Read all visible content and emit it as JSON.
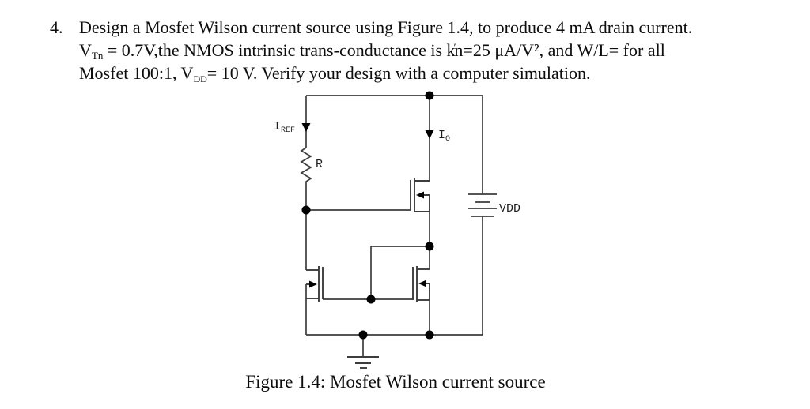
{
  "colors": {
    "wire": "#3d3d3d",
    "ink": "#000000"
  },
  "problem": {
    "number": "4.",
    "line1": "Design a Mosfet Wilson current source using Figure 1.4, to produce 4 mA drain current.",
    "line2": {
      "v": "V",
      "v_sub": "Tn",
      "mid": " = 0.7V,the NMOS intrinsic trans-conductance is k",
      "prime": "′",
      "post": "n=25 μA/V², and W/L= for all"
    },
    "line3": {
      "pre": "Mosfet 100:1, V",
      "sub": "DD",
      "post": "= 10 V. Verify your design with a computer simulation."
    }
  },
  "figure": {
    "caption": "Figure 1.4: Mosfet Wilson current source",
    "labels": {
      "iref": "I",
      "iref_sub": "REF",
      "io": "I",
      "io_sub": "O",
      "resistor": "R",
      "supply": "VDD"
    }
  }
}
